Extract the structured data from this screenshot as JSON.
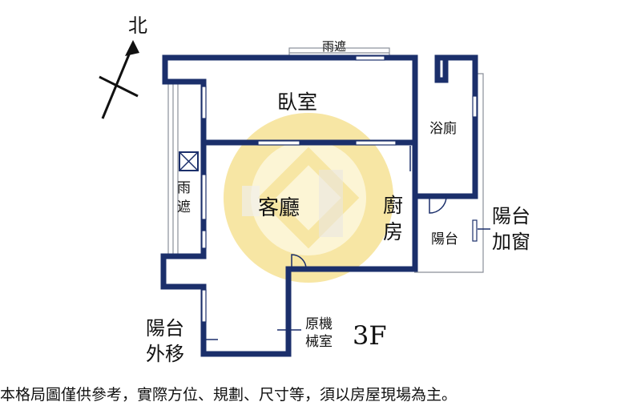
{
  "compass": {
    "label": "北",
    "icon": "north-arrow-icon"
  },
  "rooms": {
    "bedroom": "臥室",
    "bathroom": "浴廁",
    "living": "客廳",
    "kitchen": "廚房",
    "balcony_inner": "陽台"
  },
  "rain_cover_top": "雨遮",
  "rain_cover_left": [
    "雨",
    "遮"
  ],
  "balcony_window": [
    "陽台",
    "加窗"
  ],
  "balcony_out": [
    "陽台",
    "外移"
  ],
  "machine_room": [
    "原機",
    "械室"
  ],
  "floor": "3F",
  "disclaimer": "本格局圖僅供參考，實際方位、規劃、尺寸等，須以房屋現場為主。",
  "colors": {
    "wall": "#1b2f6b",
    "watermark": "#f2d25a"
  }
}
